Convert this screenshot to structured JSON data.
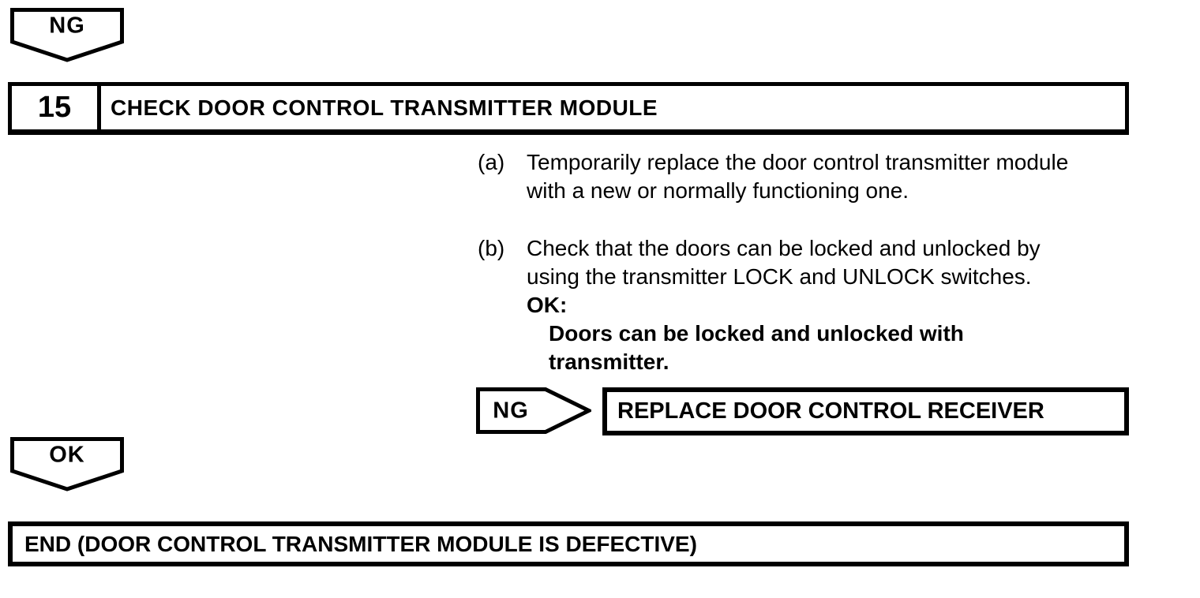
{
  "colors": {
    "ink": "#000000",
    "paper": "#ffffff"
  },
  "connectors": {
    "ng_top": {
      "label": "NG",
      "shape": "pentagon-down-arrow"
    },
    "ng_branch": {
      "label": "NG",
      "shape": "pentagon-right-arrow"
    },
    "ok_bottom": {
      "label": "OK",
      "shape": "pentagon-down-arrow"
    }
  },
  "step": {
    "number": "15",
    "title": "CHECK DOOR CONTROL TRANSMITTER MODULE"
  },
  "instructions": {
    "a": {
      "marker": "(a)",
      "line1": "Temporarily replace the door control transmitter module",
      "line2": "with a new or normally functioning one."
    },
    "b": {
      "marker": "(b)",
      "line1": "Check that the doors can be locked and unlocked by",
      "line2": "using the transmitter LOCK and UNLOCK switches.",
      "ok_label": "OK:",
      "ok_line1": "Doors can be locked and unlocked with",
      "ok_line2": "transmitter."
    }
  },
  "ng_action": "REPLACE DOOR CONTROL RECEIVER",
  "end_text": "END (DOOR CONTROL TRANSMITTER MODULE IS DEFECTIVE)"
}
